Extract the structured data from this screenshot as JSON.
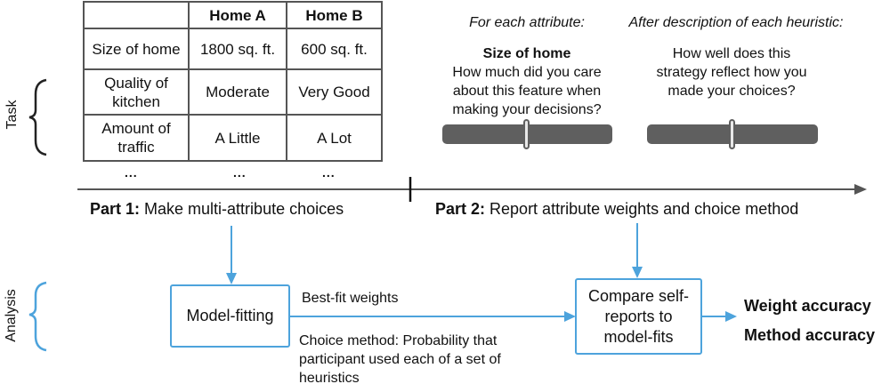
{
  "table": {
    "headers": [
      "",
      "Home A",
      "Home B"
    ],
    "rows": [
      [
        "Size of home",
        "1800 sq. ft.",
        "600 sq. ft."
      ],
      [
        "Quality of kitchen",
        "Moderate",
        "Very Good"
      ],
      [
        "Amount of traffic",
        "A Little",
        "A Lot"
      ]
    ],
    "ellipsis": "..."
  },
  "side_labels": {
    "task": "Task",
    "analysis": "Analysis"
  },
  "part2_top": {
    "attr_heading": "For each attribute:",
    "attr_name": "Size of home",
    "attr_question": "How much did you care about this feature when making your decisions?",
    "heuristic_heading": "After description of each heuristic:",
    "heuristic_question": "How well does this strategy reflect how you made your choices?"
  },
  "timeline": {
    "part1_bold": "Part 1:",
    "part1_text": " Make multi-attribute choices",
    "part2_bold": "Part 2:",
    "part2_text": " Report attribute weights and choice method"
  },
  "analysis": {
    "model_fitting": "Model-fitting",
    "best_fit": "Best-fit weights",
    "choice_method": "Choice method: Probability that participant used each of a set of heuristics",
    "compare": "Compare self-reports to model-fits",
    "weight_accuracy": "Weight accuracy",
    "method_accuracy": "Method accuracy"
  },
  "colors": {
    "accent": "#4da3dc",
    "slider": "#5f5f5f",
    "axis": "#555555"
  }
}
